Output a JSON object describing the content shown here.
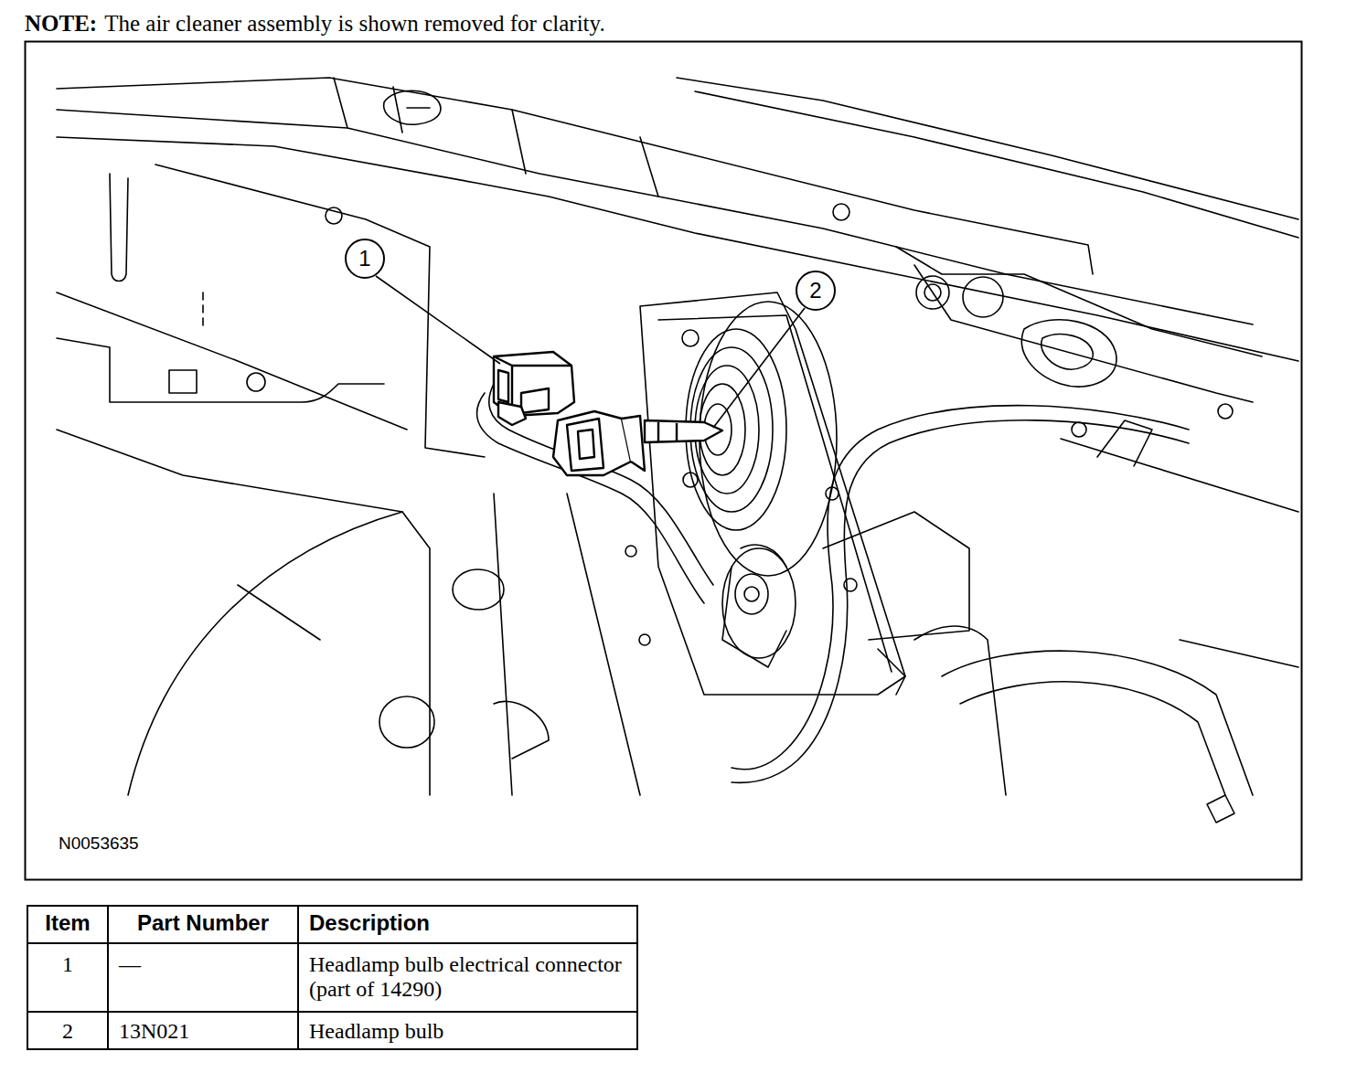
{
  "diagram": {
    "nodes": [
      {
        "text": [
          "1"
        ]
      },
      {
        "text": [
          "2"
        ]
      }
    ],
    "labels": [
      "NOTE:",
      "The air cleaner assembly is shown removed for clarity.",
      "N0053635",
      "Item",
      "Part Number",
      "Description",
      "1",
      "—",
      "Headlamp bulb electrical connector (part of 14290)",
      "2",
      "13N021",
      "Headlamp bulb"
    ]
  }
}
